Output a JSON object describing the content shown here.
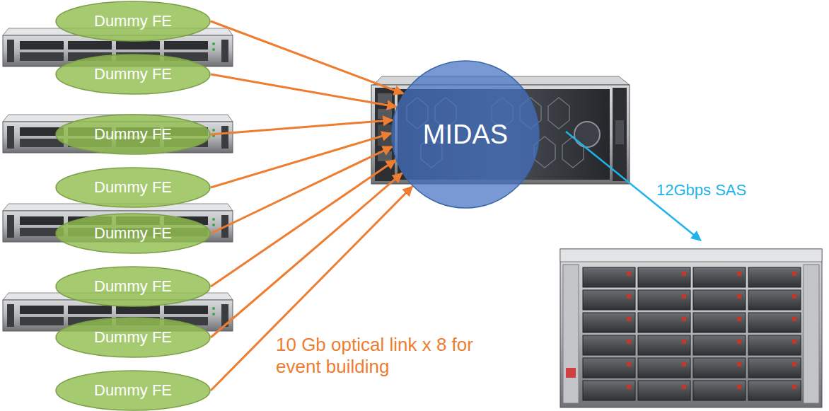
{
  "diagram": {
    "nodes": [
      {
        "text": [
          "Dummy FE"
        ]
      },
      {
        "text": [
          "Dummy FE"
        ]
      },
      {
        "text": [
          "Dummy FE"
        ]
      },
      {
        "text": [
          "Dummy FE"
        ]
      },
      {
        "text": [
          "Dummy FE"
        ]
      },
      {
        "text": [
          "Dummy FE"
        ]
      },
      {
        "text": [
          "Dummy FE"
        ]
      },
      {
        "text": [
          "Dummy FE"
        ]
      },
      {
        "text": [
          "MIDAS"
        ]
      }
    ],
    "edges": [
      {
        "from": 0,
        "to": 8,
        "arrow": "to"
      },
      {
        "from": 1,
        "to": 8,
        "arrow": "to"
      },
      {
        "from": 2,
        "to": 8,
        "arrow": "to"
      },
      {
        "from": 3,
        "to": 8,
        "arrow": "to"
      },
      {
        "from": 4,
        "to": 8,
        "arrow": "to"
      },
      {
        "from": 5,
        "to": 8,
        "arrow": "to"
      },
      {
        "from": 6,
        "to": 8,
        "arrow": "to"
      },
      {
        "from": 7,
        "to": 8,
        "arrow": "to"
      }
    ],
    "labels": [
      "12Gbps SAS",
      "10 Gb optical link x 8 for event building"
    ]
  }
}
